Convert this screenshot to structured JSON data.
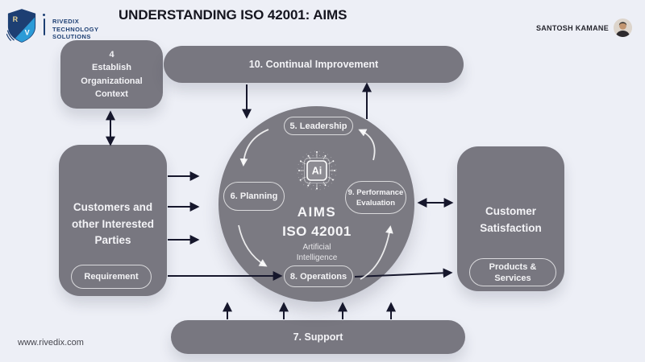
{
  "colors": {
    "background": "#edeff6",
    "panel_gray": "#787780",
    "circle_gray": "#7b7a82",
    "arrow_dark": "#16172c",
    "pill_border": "rgba(255,255,255,0.72)",
    "text_light": "#f4f4f6",
    "brand_navy": "#1d3f73",
    "brand_blue": "#2b9bd7",
    "title_dark": "#15151f"
  },
  "header": {
    "brand_lines": [
      "RIVEDIX",
      "TECHNOLOGY",
      "SOLUTIONS"
    ],
    "monogram_top": "R",
    "monogram_bottom": "V",
    "title": "UNDERSTANDING ISO 42001: AIMS",
    "author": "SANTOSH KAMANE"
  },
  "boxes": {
    "context": {
      "number": "4",
      "lines": [
        "Establish",
        "Organizational",
        "Context"
      ]
    },
    "continual_improvement": {
      "label": "10. Continual Improvement"
    },
    "customers": {
      "lines": [
        "Customers and",
        "other Interested",
        "Parties"
      ],
      "pill": "Requirement"
    },
    "customer_satisfaction": {
      "lines": [
        "Customer",
        "Satisfaction"
      ],
      "pill_lines": [
        "Products &",
        "Services"
      ]
    },
    "support": {
      "label": "7. Support"
    }
  },
  "cycle": {
    "leadership": "5. Leadership",
    "planning": "6. Planning",
    "performance_lines": [
      "9. Performance",
      "Evaluation"
    ],
    "operations": "8. Operations",
    "ai_chip": "Ai",
    "center_title": "AIMS",
    "center_subtitle": "ISO 42001",
    "center_caption": [
      "Artificial",
      "Intelligence"
    ]
  },
  "footer": {
    "website": "www.rivedix.com"
  }
}
